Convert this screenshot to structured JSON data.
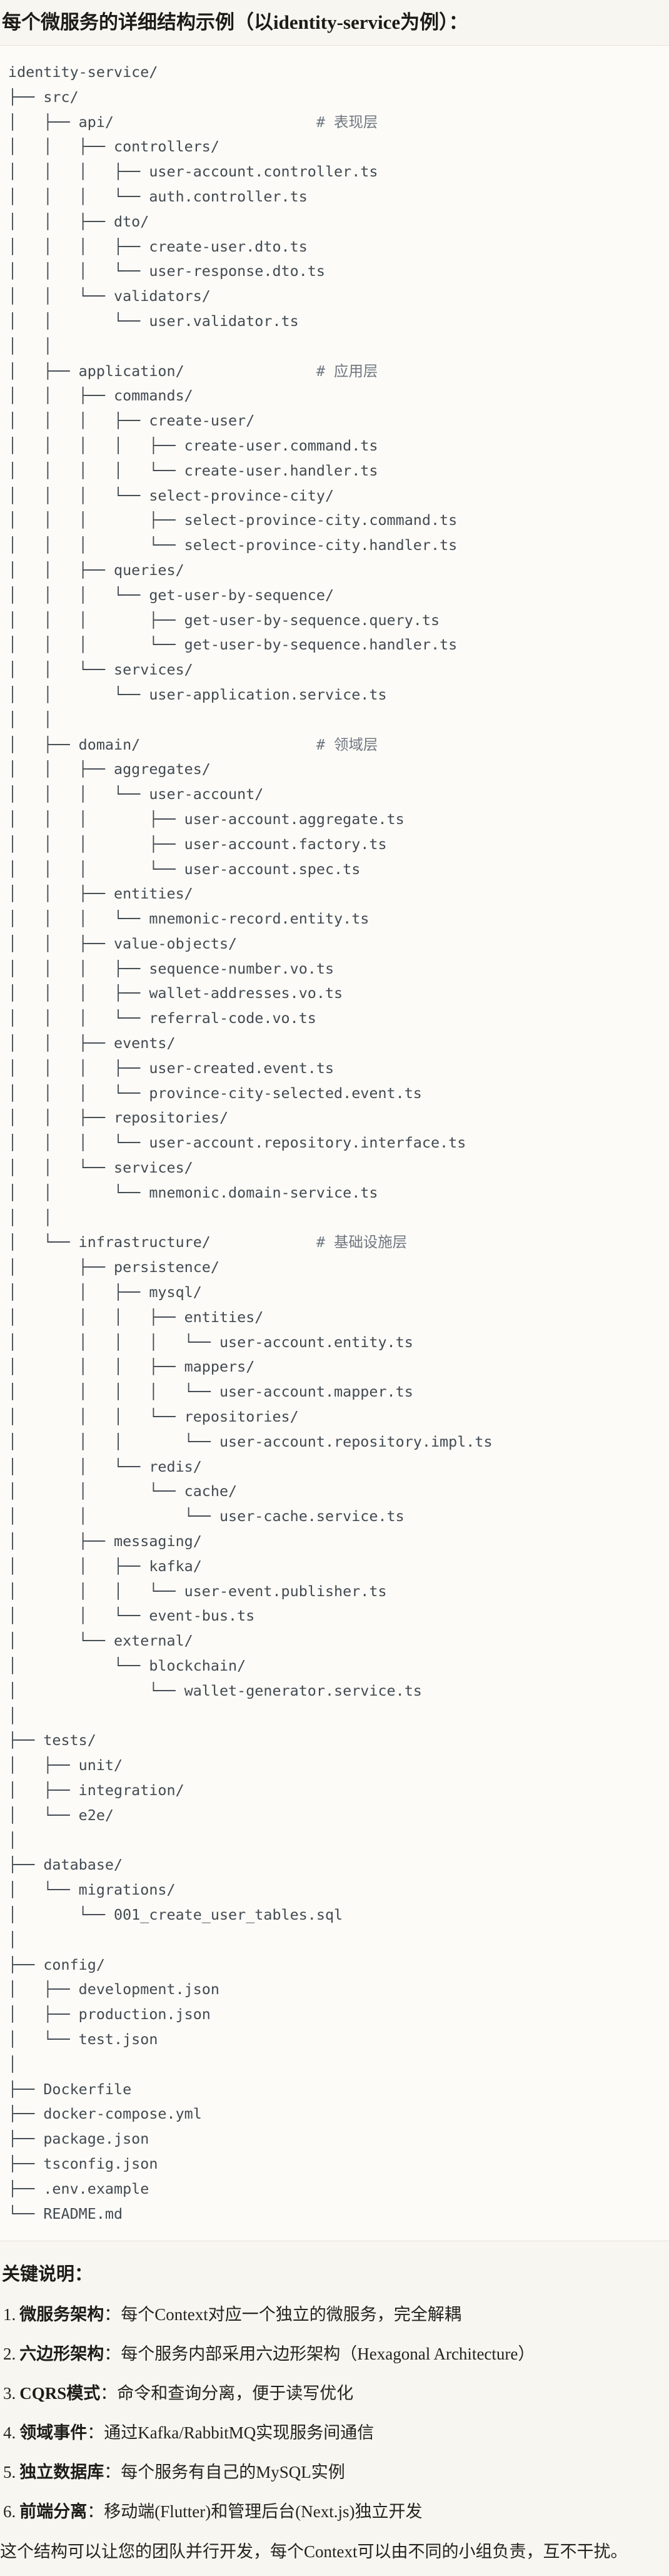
{
  "page": {
    "title": "每个微服务的详细结构示例（以identity-service为例）：",
    "notes_heading": "关键说明：",
    "closing_paragraph": "这个结构可以让您的团队并行开发，每个Context可以由不同的小组负责，互不干扰。"
  },
  "code_block": {
    "language": "plaintext",
    "text_color": "#424a52",
    "comment_color": "#6f7780",
    "lines": [
      "identity-service/",
      "├── src/",
      {
        "t": "│   ├── api/                       ",
        "c": "# 表现层"
      },
      "│   │   ├── controllers/",
      "│   │   │   ├── user-account.controller.ts",
      "│   │   │   └── auth.controller.ts",
      "│   │   ├── dto/",
      "│   │   │   ├── create-user.dto.ts",
      "│   │   │   └── user-response.dto.ts",
      "│   │   └── validators/",
      "│   │       └── user.validator.ts",
      "│   │",
      {
        "t": "│   ├── application/               ",
        "c": "# 应用层"
      },
      "│   │   ├── commands/",
      "│   │   │   ├── create-user/",
      "│   │   │   │   ├── create-user.command.ts",
      "│   │   │   │   └── create-user.handler.ts",
      "│   │   │   └── select-province-city/",
      "│   │   │       ├── select-province-city.command.ts",
      "│   │   │       └── select-province-city.handler.ts",
      "│   │   ├── queries/",
      "│   │   │   └── get-user-by-sequence/",
      "│   │   │       ├── get-user-by-sequence.query.ts",
      "│   │   │       └── get-user-by-sequence.handler.ts",
      "│   │   └── services/",
      "│   │       └── user-application.service.ts",
      "│   │",
      {
        "t": "│   ├── domain/                    ",
        "c": "# 领域层"
      },
      "│   │   ├── aggregates/",
      "│   │   │   └── user-account/",
      "│   │   │       ├── user-account.aggregate.ts",
      "│   │   │       ├── user-account.factory.ts",
      "│   │   │       └── user-account.spec.ts",
      "│   │   ├── entities/",
      "│   │   │   └── mnemonic-record.entity.ts",
      "│   │   ├── value-objects/",
      "│   │   │   ├── sequence-number.vo.ts",
      "│   │   │   ├── wallet-addresses.vo.ts",
      "│   │   │   └── referral-code.vo.ts",
      "│   │   ├── events/",
      "│   │   │   ├── user-created.event.ts",
      "│   │   │   └── province-city-selected.event.ts",
      "│   │   ├── repositories/",
      "│   │   │   └── user-account.repository.interface.ts",
      "│   │   └── services/",
      "│   │       └── mnemonic.domain-service.ts",
      "│   │",
      {
        "t": "│   └── infrastructure/            ",
        "c": "# 基础设施层"
      },
      "│       ├── persistence/",
      "│       │   ├── mysql/",
      "│       │   │   ├── entities/",
      "│       │   │   │   └── user-account.entity.ts",
      "│       │   │   ├── mappers/",
      "│       │   │   │   └── user-account.mapper.ts",
      "│       │   │   └── repositories/",
      "│       │   │       └── user-account.repository.impl.ts",
      "│       │   └── redis/",
      "│       │       └── cache/",
      "│       │           └── user-cache.service.ts",
      "│       ├── messaging/",
      "│       │   ├── kafka/",
      "│       │   │   └── user-event.publisher.ts",
      "│       │   └── event-bus.ts",
      "│       └── external/",
      "│           └── blockchain/",
      "│               └── wallet-generator.service.ts",
      "│",
      "├── tests/",
      "│   ├── unit/",
      "│   ├── integration/",
      "│   └── e2e/",
      "│",
      "├── database/",
      "│   └── migrations/",
      "│       └── 001_create_user_tables.sql",
      "│",
      "├── config/",
      "│   ├── development.json",
      "│   ├── production.json",
      "│   └── test.json",
      "│",
      "├── Dockerfile",
      "├── docker-compose.yml",
      "├── package.json",
      "├── tsconfig.json",
      "├── .env.example",
      "└── README.md"
    ]
  },
  "notes": [
    {
      "num": "1.",
      "term": "微服务架构",
      "rest": "：每个Context对应一个独立的微服务，完全解耦"
    },
    {
      "num": "2.",
      "term": "六边形架构",
      "rest": "：每个服务内部采用六边形架构（Hexagonal Architecture）"
    },
    {
      "num": "3.",
      "term": "CQRS模式",
      "rest": "：命令和查询分离，便于读写优化"
    },
    {
      "num": "4.",
      "term": "领域事件",
      "rest": "：通过Kafka/RabbitMQ实现服务间通信"
    },
    {
      "num": "5.",
      "term": "独立数据库",
      "rest": "：每个服务有自己的MySQL实例"
    },
    {
      "num": "6.",
      "term": "前端分离",
      "rest": "：移动端(Flutter)和管理后台(Next.js)独立开发"
    }
  ]
}
